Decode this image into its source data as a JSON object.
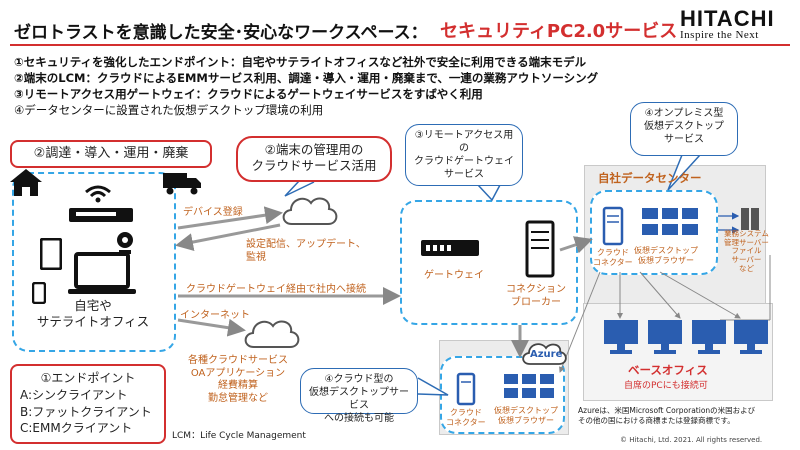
{
  "header": {
    "title": "ゼロトラストを意識した安全･安心なワークスペース：",
    "service": "セキュリティPC2.0サービス",
    "logo_name": "HITACHI",
    "logo_tagline": "Inspire the Next"
  },
  "points": [
    "①セキュリティを強化したエンドポイント：自宅やサテライトオフィスなど社外で安全に利用できる端末モデル",
    "②端末のLCM：クラウドによるEMMサービス利用、調達・導入・運用・廃棄まで、一連の業務アウトソーシング",
    "③リモートアクセス用ゲートウェイ：クラウドによるゲートウェイサービスをすばやく利用",
    "④データセンターに設置された仮想デスクトップ環境の利用"
  ],
  "diagram": {
    "procurement": "②調達・導入・運用・廃棄",
    "cloud_mgmt_callout": "②端末の管理用の\nクラウドサービス活用",
    "home_label": "自宅や\nサテライトオフィス",
    "endpoint_title": "①エンドポイント",
    "endpoint_items": [
      "A:シンクライアント",
      "B:ファットクライアント",
      "C:EMMクライアント"
    ],
    "lcm_note": "LCM：Life Cycle Management",
    "device_registration": "デバイス登録",
    "config_delivery": "設定配信、アップデート、\n監視",
    "via_gateway": "クラウドゲートウェイ経由で社内へ接続",
    "internet": "インターネット",
    "cloud_services": "各種クラウドサービス\nOAアプリケーション\n経費精算\n勤怠管理など",
    "gateway_callout": "③リモートアクセス用の\nクラウドゲートウェイ\nサービス",
    "gateway_label": "ゲートウェイ",
    "broker_label": "コネクション\nブローカー",
    "onprem_callout": "④オンプレミス型\n仮想デスクトップ\nサービス",
    "datacenter": "自社データセンター",
    "dc_connector": "クラウド\nコネクター",
    "dc_vdesk": "仮想デスクトップ\n仮想ブラウザー",
    "dc_systems": "業務システム\n管理サーバー\nファイル\nサーバー\nなど",
    "base_office": "ベースオフィス",
    "base_office_sub": "自席のPCにも接続可",
    "azure": "Azure",
    "azure_callout": "④クラウド型の\n仮想デスクトップサービス\nへの接続も可能",
    "az_connector": "クラウド\nコネクター",
    "az_vdesk": "仮想デスクトップ\n仮想ブラウザー",
    "azure_note": "Azureは、米国Microsoft Corporationの米国および\nその他の国における商標または登録商標です。",
    "copyright": "© Hitachi, Ltd. 2021. All rights reserved."
  },
  "colors": {
    "accent_red": "#d32f2f",
    "dashed_blue": "#35a6e6",
    "server_blue": "#2a5db0",
    "arrow_orange": "#c0621e",
    "zone_gray": "#ececec"
  }
}
